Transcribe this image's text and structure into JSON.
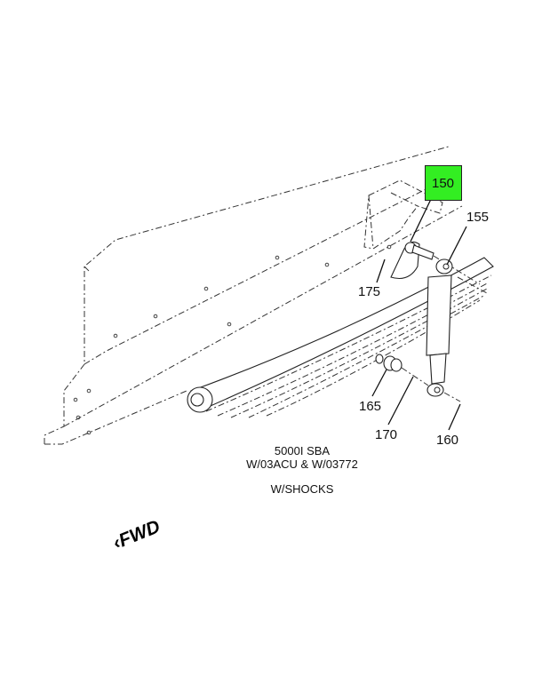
{
  "callouts": {
    "c150": "150",
    "c155": "155",
    "c175": "175",
    "c165": "165",
    "c170": "170",
    "c160": "160"
  },
  "highlight_color": "#33ee22",
  "notes": {
    "line1": "5000I SBA",
    "line2": "W/03ACU & W/03772",
    "line3": "W/SHOCKS"
  },
  "direction_label": "FWD"
}
